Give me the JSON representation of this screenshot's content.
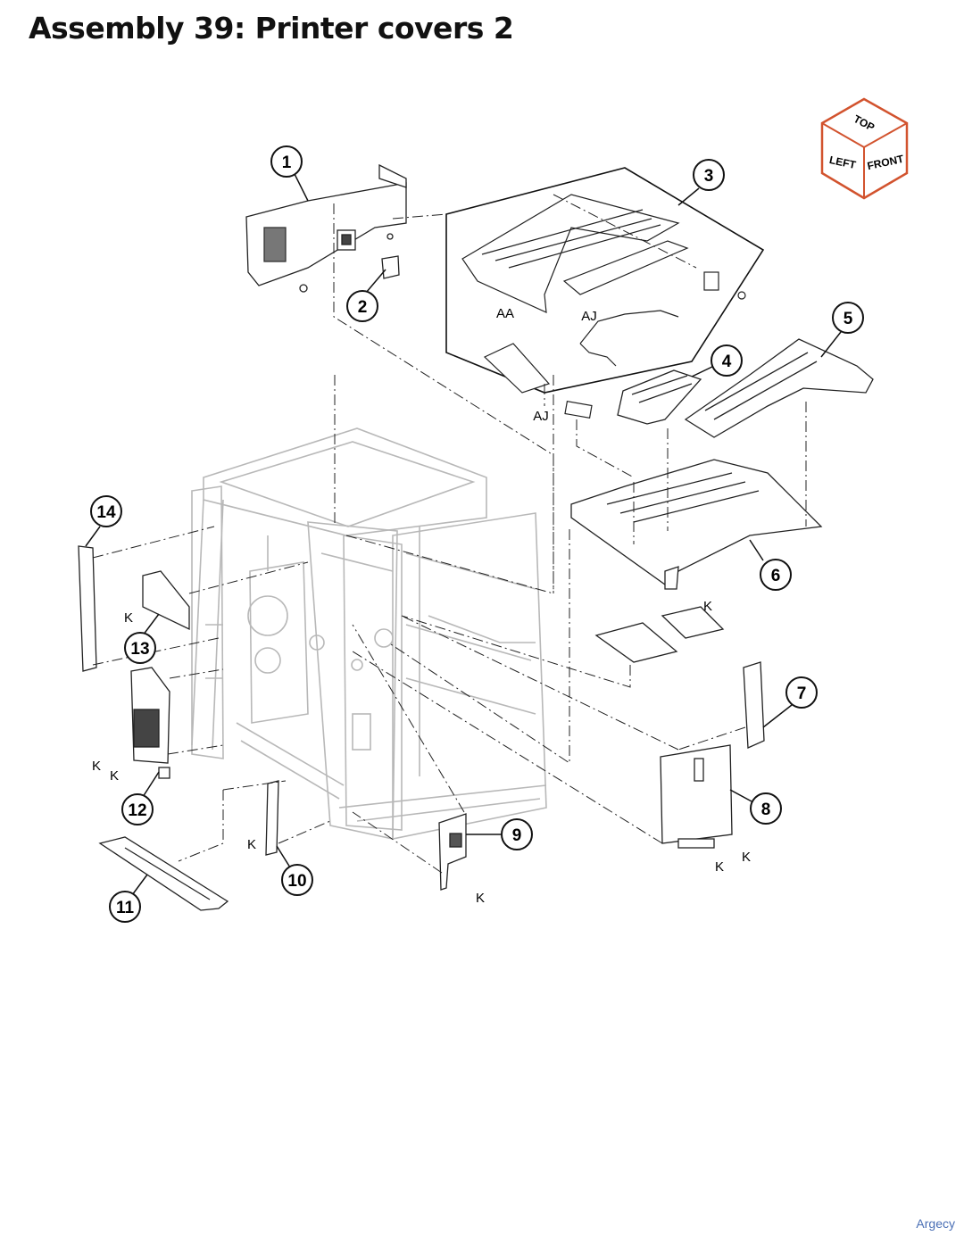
{
  "title": "Assembly 39: Printer covers 2",
  "footer": "Argecy",
  "orientation_cube": {
    "top": "TOP",
    "left": "LEFT",
    "front": "FRONT",
    "edge_color": "#d2532e"
  },
  "callouts": [
    "1",
    "2",
    "3",
    "4",
    "5",
    "6",
    "7",
    "8",
    "9",
    "10",
    "11",
    "12",
    "13",
    "14"
  ],
  "labels": {
    "aa": "AA",
    "aj": "AJ",
    "k": "K"
  }
}
